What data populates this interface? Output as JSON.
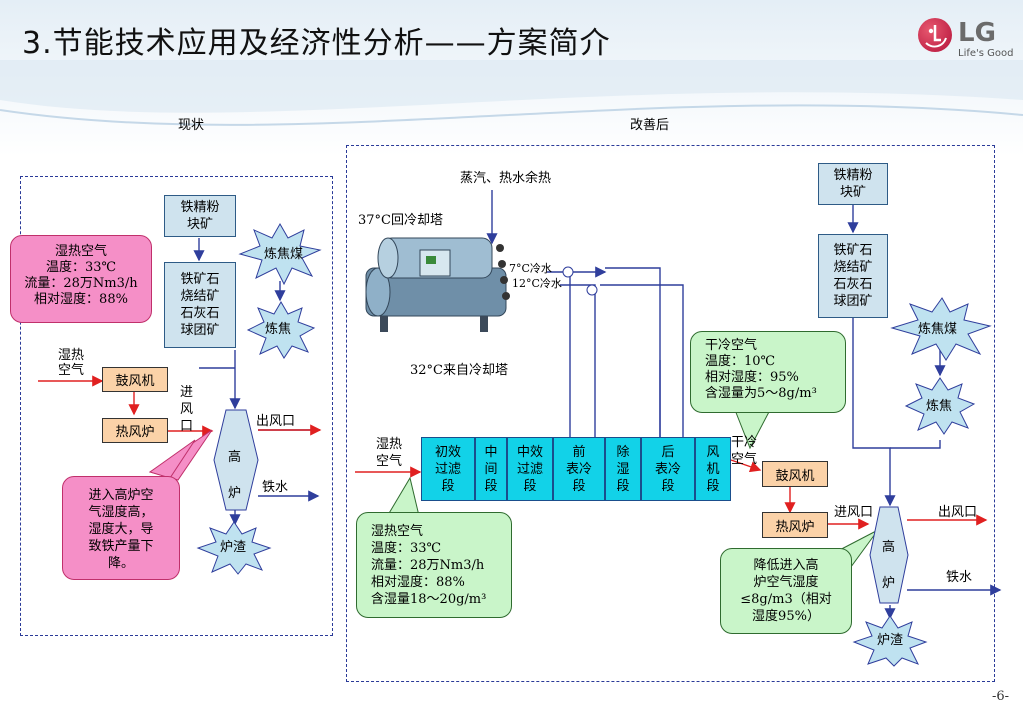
{
  "slide": {
    "title": "3.节能技术应用及经济性分析——方案简介",
    "page_number": "-6-"
  },
  "logo": {
    "brand": "LG",
    "tagline": "Life's Good"
  },
  "current": {
    "heading": "现状",
    "iron_fines": [
      "铁精粉",
      "块矿"
    ],
    "ores": [
      "铁矿石",
      "烧结矿",
      "石灰石",
      "球团矿"
    ],
    "coking_coal": "炼焦煤",
    "coke": "炼焦",
    "humid_air": [
      "湿热",
      "空气"
    ],
    "blower": "鼓风机",
    "hot_stove": "热风炉",
    "inlet": [
      "进",
      "风",
      "口"
    ],
    "furnace": [
      "高",
      "炉"
    ],
    "outlet": "出风口",
    "iron": "铁水",
    "slag": "炉渣",
    "callout_air": [
      "湿热空气",
      "温度：33℃",
      "流量：28万Nm3/h",
      "相对湿度：88%"
    ],
    "callout_problem": [
      "进入高炉空",
      "气湿度高，",
      "湿度大，导",
      "致铁产量下",
      "降。"
    ]
  },
  "improved": {
    "heading": "改善后",
    "waste_heat": "蒸汽、热水余热",
    "cooling_return": "37°C回冷却塔",
    "cooling_supply": "32°C来自冷却塔",
    "chilled_7": "7°C冷水",
    "chilled_12": "12°C冷水",
    "humid_air": [
      "湿热",
      "空气"
    ],
    "segments": [
      [
        "初效",
        "过滤",
        "段"
      ],
      [
        "中",
        "间",
        "段"
      ],
      [
        "中效",
        "过滤",
        "段"
      ],
      [
        "前",
        "表冷",
        "段"
      ],
      [
        "除",
        "湿",
        "段"
      ],
      [
        "后",
        "表冷",
        "段"
      ],
      [
        "风",
        "机",
        "段"
      ]
    ],
    "dry_air": [
      "干冷",
      "空气"
    ],
    "blower": "鼓风机",
    "hot_stove": "热风炉",
    "inlet": "进风口",
    "outlet": "出风口",
    "furnace": [
      "高",
      "炉"
    ],
    "iron": "铁水",
    "slag": "炉渣",
    "iron_fines": [
      "铁精粉",
      "块矿"
    ],
    "ores": [
      "铁矿石",
      "烧结矿",
      "石灰石",
      "球团矿"
    ],
    "coking_coal": "炼焦煤",
    "coke": "炼焦",
    "callout_dry": [
      "干冷空气",
      "温度：10℃",
      "相对湿度：95%",
      "含湿量为5～8g/m³"
    ],
    "callout_humid": [
      "湿热空气",
      "温度：33℃",
      "流量：28万Nm3/h",
      "相对湿度：88%",
      "含湿量18～20g/m³"
    ],
    "callout_result": [
      "降低进入高",
      "炉空气湿度",
      "≤8g/m3（相对",
      "湿度95%）"
    ]
  },
  "colors": {
    "box_fill": "#cfe3ee",
    "segment_fill": "#12d2e8",
    "orange_box": "#fbd2a8",
    "pink_callout": "#f58fc7",
    "green_callout": "#c9f5c9",
    "star_fill": "#bfe2f0",
    "red_arrow": "#e02020",
    "blue_line": "#2f3e9c"
  }
}
